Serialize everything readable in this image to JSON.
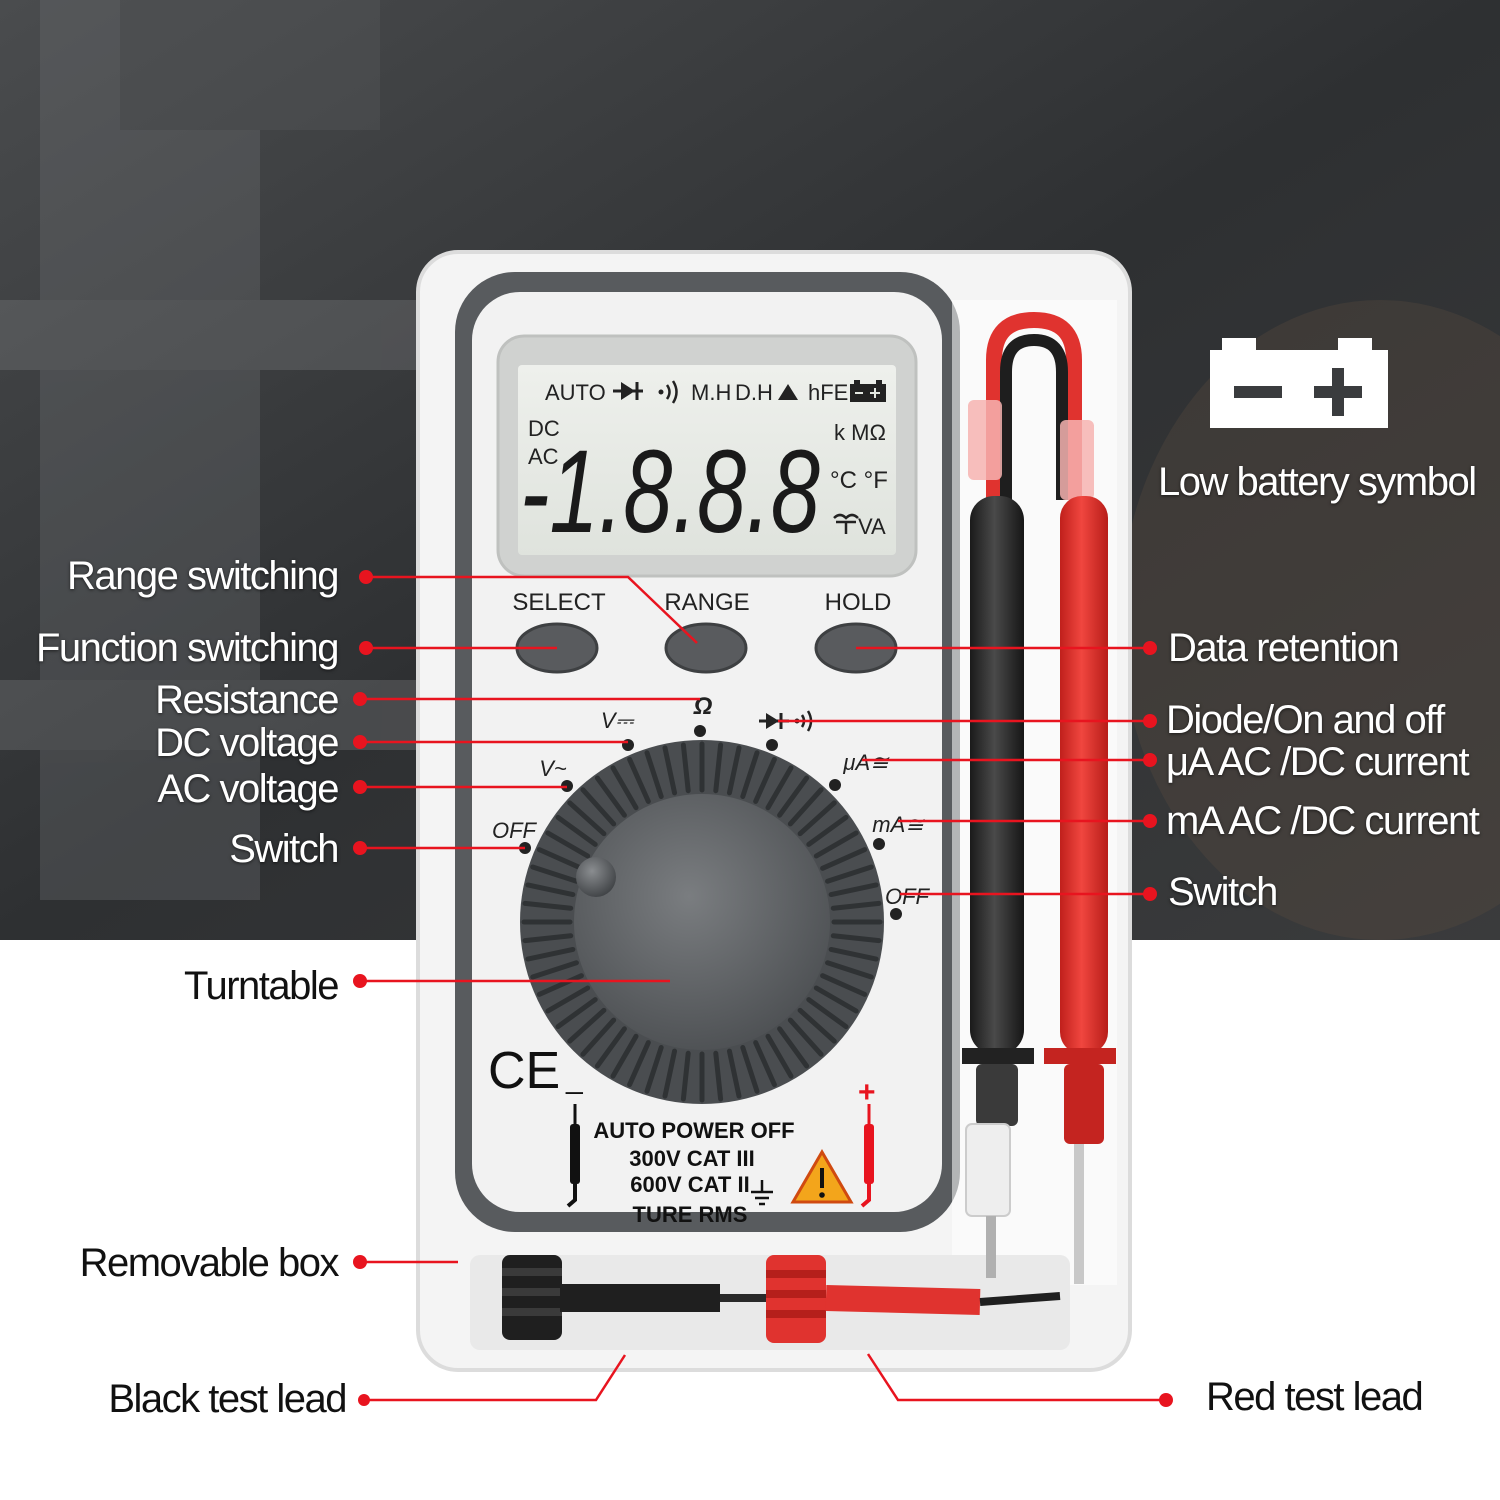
{
  "colors": {
    "accent_red": "#e8141f",
    "lead_red": "#e0332f",
    "lead_black": "#2a2a2a",
    "body_grey": "#585b5e",
    "case_white": "#f4f4f4",
    "lcd_green": "#e4e8e2",
    "background_dark": "#2d2f31"
  },
  "lcd": {
    "top_row": [
      "AUTO",
      "M.H",
      "D.H",
      "hFE"
    ],
    "mode_dc": "DC",
    "mode_ac": "AC",
    "digits": "-1.8.8.8",
    "unit_kmohm": "k MΩ",
    "unit_temp": "°C °F",
    "unit_va": "VA",
    "icons": [
      "diode-icon",
      "buzzer-icon",
      "triangle-icon",
      "battery-icon"
    ]
  },
  "buttons": [
    {
      "label": "SELECT"
    },
    {
      "label": "RANGE"
    },
    {
      "label": "HOLD"
    }
  ],
  "dial": {
    "positions": [
      "Ω",
      "V⎓",
      "V~",
      "OFF",
      "μA≅",
      "mA≅",
      "OFF"
    ]
  },
  "panel": {
    "ce_mark": "CE",
    "lines": [
      "AUTO POWER OFF",
      "300V CAT III",
      "600V CAT II",
      "TURE RMS"
    ],
    "minus": "_",
    "plus": "+"
  },
  "battery_symbol": {
    "minus": "−",
    "plus": "+"
  },
  "labels": {
    "low_battery": "Low battery symbol",
    "range_switching": "Range switching",
    "function_switching": "Function switching",
    "resistance": "Resistance",
    "dc_voltage": "DC voltage",
    "ac_voltage": "AC voltage",
    "switch_left": "Switch",
    "turntable": "Turntable",
    "removable_box": "Removable box",
    "black_test_lead": "Black test lead",
    "data_retention": "Data retention",
    "diode_on_off": "Diode/On and off",
    "ua_current": "μA AC /DC current",
    "ma_current": "mA AC /DC current",
    "switch_right": "Switch",
    "red_test_lead": "Red test lead"
  }
}
